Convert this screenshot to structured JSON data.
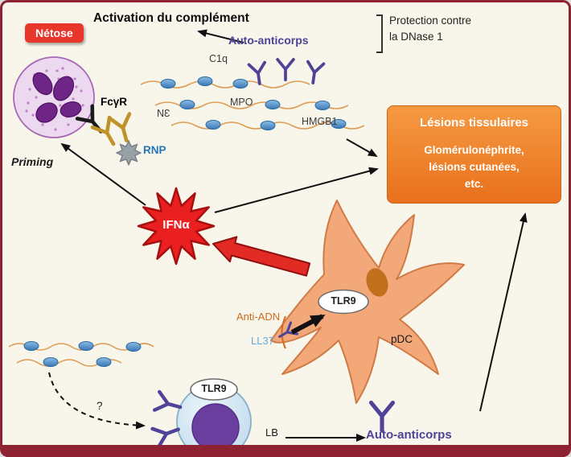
{
  "palette": {
    "background": "#f8f6ea",
    "frame_border": "#8e2132",
    "badge_red": "#e8362b",
    "starburst_red": "#ea1f1f",
    "thick_arrow_red": "#e32b25",
    "lesions_orange_top": "#f69a42",
    "lesions_orange_bottom": "#e8701c",
    "antibody_purple": "#4f4299",
    "fiber_orange": "#de9c55",
    "nucleosome_blue": "#3a78b5",
    "rnp_gray": "#98a1a8",
    "gold_receptor": "#c0922a",
    "pdc_fill": "#f3a87a",
    "bcell_fill": "#cfe4f3",
    "bcell_nucleus_purple": "#6a3e9e",
    "rnp_text_blue": "#2277bb",
    "anti_adn_orange": "#cc6a1f",
    "ll37_blue": "#64a8d8"
  },
  "badge": {
    "netose": "Nétose"
  },
  "top": {
    "activation": "Activation du complément",
    "auto_anticorps": "Auto-anticorps",
    "protection_line1": "Protection contre",
    "protection_line2": "la DNase 1"
  },
  "fiber_labels": {
    "c1q": "C1q",
    "ne": "NƐ",
    "mpo": "MPO",
    "hmgb1": "HMGB1"
  },
  "left_side": {
    "fcgr": "FcγR",
    "rnp": "RNP",
    "priming": "Priming"
  },
  "center": {
    "ifna": "IFNα"
  },
  "lesions": {
    "title": "Lésions tissulaires",
    "line1": "Glomérulonéphrite,",
    "line2": "lésions cutanées,",
    "line3": "etc."
  },
  "pdc": {
    "tlr9": "TLR9",
    "label": "pDC",
    "anti_adn": "Anti-ADN",
    "ll37": "LL37"
  },
  "bcell": {
    "tlr9": "TLR9",
    "label": "LB",
    "question": "?"
  },
  "bottom": {
    "auto_anticorps": "Auto-anticorps"
  }
}
